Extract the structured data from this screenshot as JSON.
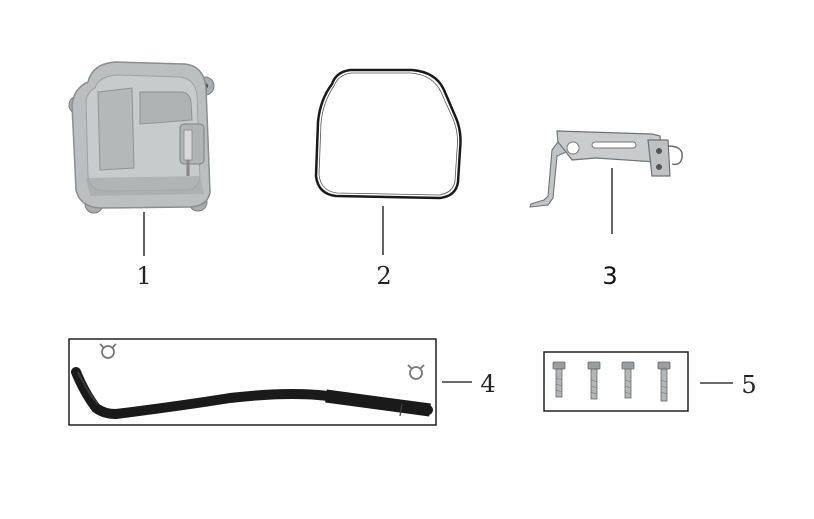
{
  "callouts": {
    "part1": "1",
    "part2": "2",
    "part3": "3",
    "part4": "4",
    "part5": "5"
  },
  "icons": {
    "part1": "valve-cover-icon",
    "part2": "gasket-ring-icon",
    "part3": "bracket-icon",
    "part4": "hose-with-clamps-icon",
    "part5": "bolt-set-icon"
  },
  "colors": {
    "line": "#111111",
    "aluminum": "#b9bcbd",
    "aluminum_dark": "#8e9293",
    "hose": "#1a1a1a"
  }
}
